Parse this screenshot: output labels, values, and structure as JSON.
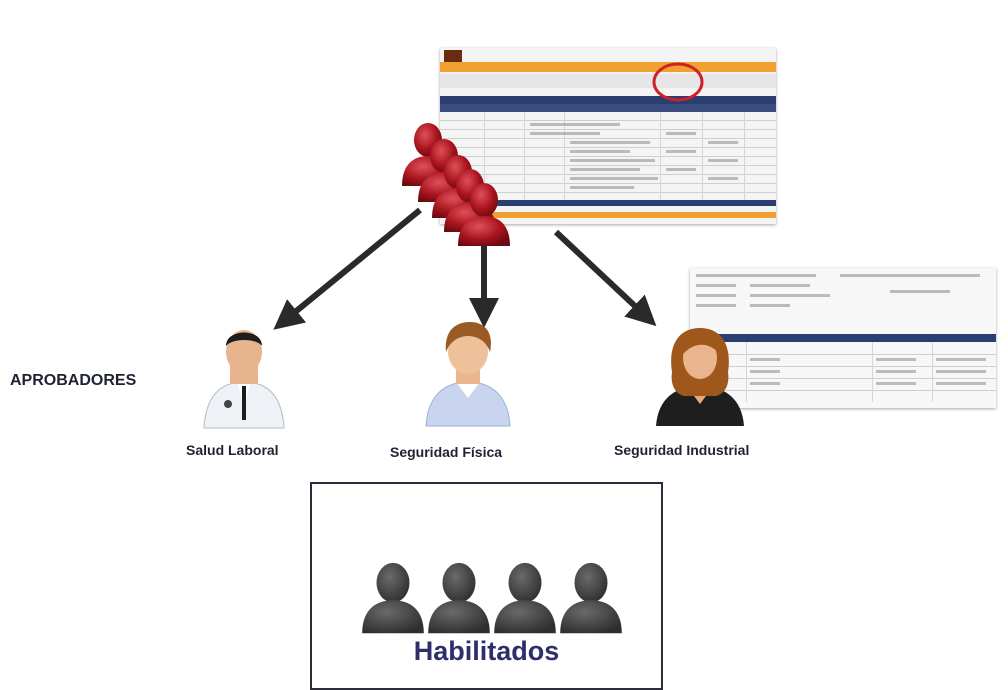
{
  "diagram": {
    "group_label": "APROBADORES",
    "approvers": [
      {
        "label": "Salud Laboral"
      },
      {
        "label": "Seguridad Física"
      },
      {
        "label": "Seguridad Industrial"
      }
    ],
    "enabled_box_label": "Habilitados",
    "colors": {
      "text": "#1f2233",
      "box_text": "#2e2e6b",
      "arrow": "#2a2a2a",
      "red_figures": "#a8141e",
      "dark_figures": "#3b3b3b",
      "screenshot_header": "#f0a030",
      "screenshot_bar": "#2c3e70",
      "highlight_circle": "#d0202a"
    }
  }
}
